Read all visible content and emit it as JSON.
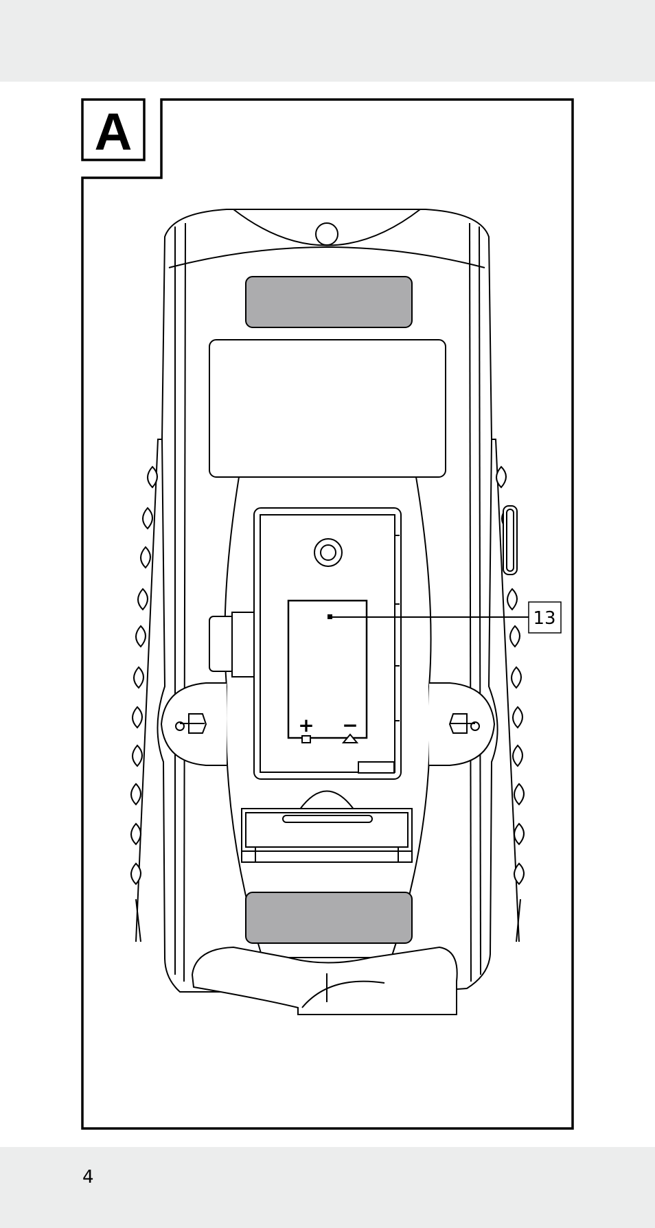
{
  "figure": {
    "label": "A",
    "callouts": [
      {
        "number": "13"
      }
    ],
    "battery_polarity": {
      "plus": "+",
      "minus": "−"
    }
  },
  "page": {
    "number": "4"
  }
}
